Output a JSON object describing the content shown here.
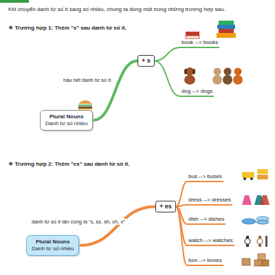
{
  "diagram": {
    "nodes": [
      {
        "text": [
          "Plural Nouns",
          "Danh từ số nhiều"
        ]
      },
      {
        "text": [
          "+ s"
        ]
      },
      {
        "text": [
          "book --> books"
        ]
      },
      {
        "text": [
          "dog --> dogs"
        ]
      },
      {
        "text": [
          "Plural Nouns",
          "Danh từ số nhiều"
        ]
      },
      {
        "text": [
          "+ es"
        ]
      },
      {
        "text": [
          "bus --> buses"
        ]
      },
      {
        "text": [
          "dress --> dresses"
        ]
      },
      {
        "text": [
          "dish --> dishes"
        ]
      },
      {
        "text": [
          "watch --> watches"
        ]
      },
      {
        "text": [
          "box --> boxes"
        ]
      }
    ],
    "edges": [
      {
        "from": 0,
        "to": 1,
        "arrow": "none",
        "label": "hầu hết danh từ số ít"
      },
      {
        "from": 1,
        "to": 2,
        "arrow": "none"
      },
      {
        "from": 1,
        "to": 3,
        "arrow": "none"
      },
      {
        "from": 4,
        "to": 5,
        "arrow": "none",
        "label": "danh từ số ít tận cùng là \"s, ss, sh, ch, x\""
      },
      {
        "from": 5,
        "to": 6,
        "arrow": "none"
      },
      {
        "from": 5,
        "to": 7,
        "arrow": "none"
      },
      {
        "from": 5,
        "to": 8,
        "arrow": "none"
      },
      {
        "from": 5,
        "to": 9,
        "arrow": "none"
      },
      {
        "from": 5,
        "to": 10,
        "arrow": "none"
      }
    ],
    "labels": [
      "Khi chuyển danh từ số ít sang số nhiều, chúng ta dùng một trong những trường hợp sau.",
      "❖ Trường hợp 1: Thêm \"s\" sau danh từ số ít.",
      "❖ Trường hợp 2: Thêm \"es\" sau danh từ số ít."
    ]
  }
}
